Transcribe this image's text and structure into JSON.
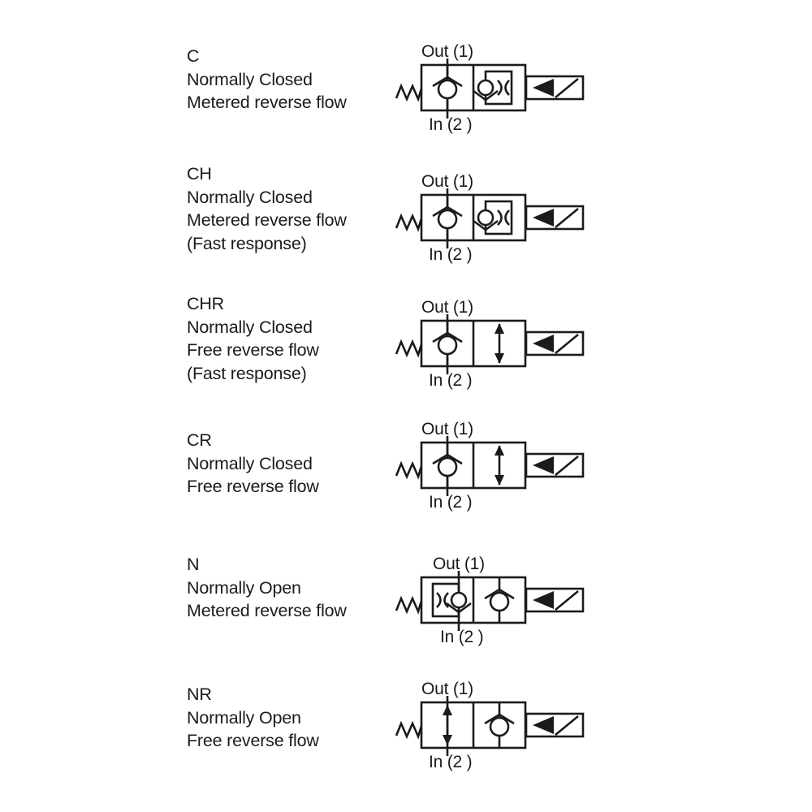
{
  "page": {
    "background_color": "#ffffff",
    "line_color": "#1b1b1b"
  },
  "variants": [
    {
      "code": "C",
      "description_lines": [
        "Normally Closed",
        "Metered reverse flow"
      ],
      "port_top": "Out (1)",
      "port_bottom": "In (2 )",
      "symbols": [
        "spring-icon",
        "check-valve-icon",
        "metered-check-valve-icon",
        "solenoid-icon"
      ]
    },
    {
      "code": "CH",
      "description_lines": [
        "Normally Closed",
        "Metered reverse flow",
        "(Fast response)"
      ],
      "port_top": "Out (1)",
      "port_bottom": "In (2 )",
      "symbols": [
        "spring-icon",
        "check-valve-icon",
        "metered-check-valve-icon",
        "solenoid-icon"
      ]
    },
    {
      "code": "CHR",
      "description_lines": [
        "Normally Closed",
        "Free reverse flow",
        "(Fast response)"
      ],
      "port_top": "Out (1)",
      "port_bottom": "In (2 )",
      "symbols": [
        "spring-icon",
        "check-valve-icon",
        "free-flow-arrow-icon",
        "solenoid-icon"
      ]
    },
    {
      "code": "CR",
      "description_lines": [
        "Normally Closed",
        "Free reverse flow"
      ],
      "port_top": "Out (1)",
      "port_bottom": "In (2 )",
      "symbols": [
        "spring-icon",
        "check-valve-icon",
        "free-flow-arrow-icon",
        "solenoid-icon"
      ]
    },
    {
      "code": "N",
      "description_lines": [
        "Normally Open",
        "Metered reverse flow"
      ],
      "port_top": "Out (1)",
      "port_bottom": "In (2 )",
      "symbols": [
        "spring-icon",
        "metered-check-valve-icon",
        "check-valve-icon",
        "solenoid-icon"
      ]
    },
    {
      "code": "NR",
      "description_lines": [
        "Normally Open",
        "Free reverse flow"
      ],
      "port_top": "Out (1)",
      "port_bottom": "In (2 )",
      "symbols": [
        "spring-icon",
        "free-flow-arrow-icon",
        "check-valve-icon",
        "solenoid-icon"
      ]
    }
  ]
}
